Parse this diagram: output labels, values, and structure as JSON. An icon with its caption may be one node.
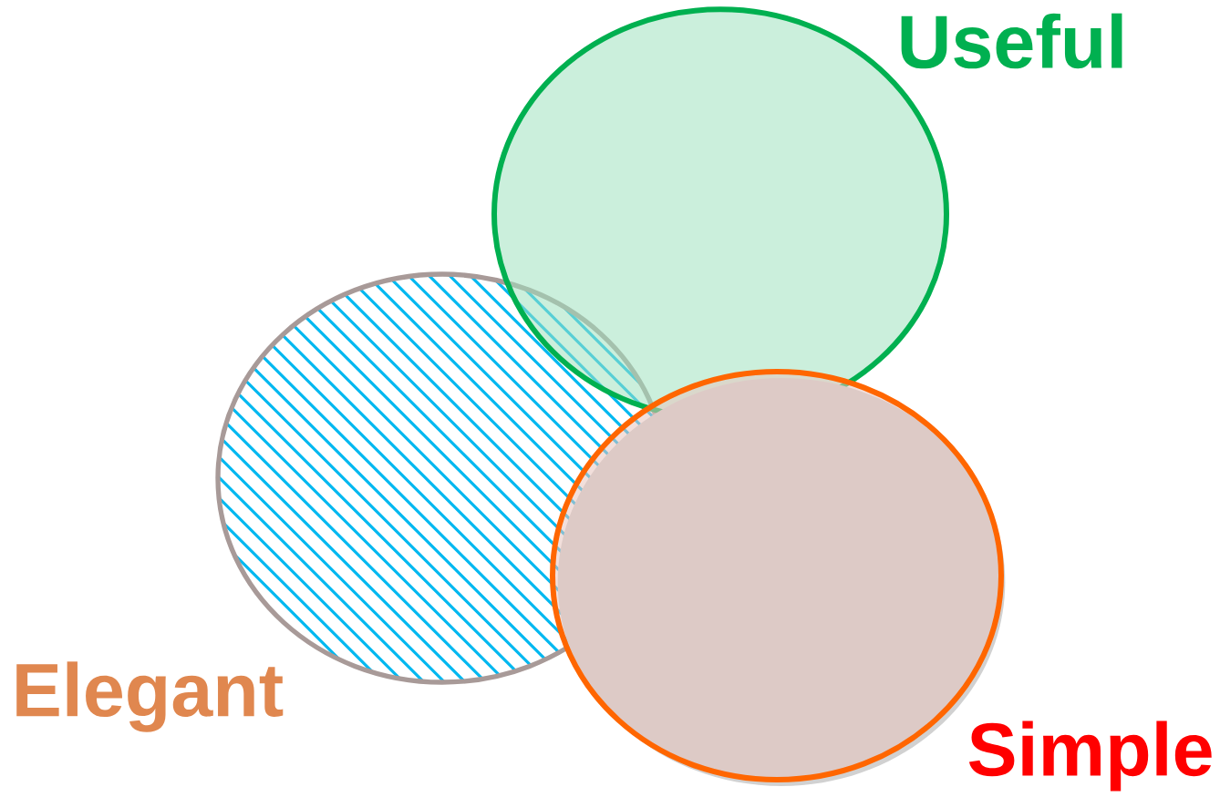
{
  "diagram": {
    "nodes": [
      {
        "text": [
          "Useful"
        ]
      },
      {
        "text": [
          "Elegant"
        ]
      },
      {
        "text": [
          "Simple"
        ]
      }
    ]
  }
}
